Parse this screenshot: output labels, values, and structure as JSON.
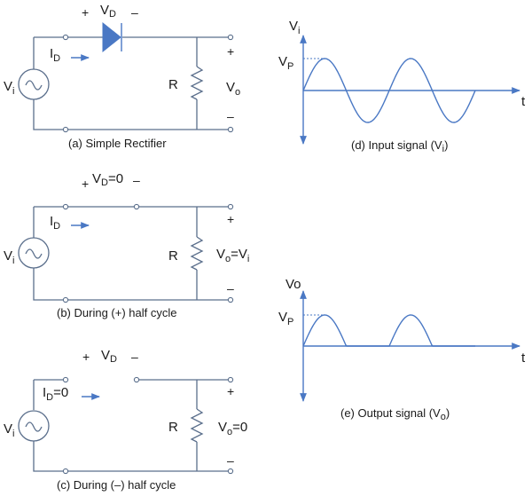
{
  "circuit_a": {
    "caption": "(a) Simple Rectifier",
    "vd_plus": "+",
    "vd_main": "V",
    "vd_sub": "D",
    "vd_minus": "–",
    "id_main": "I",
    "id_sub": "D",
    "vi_main": "V",
    "vi_sub": "i",
    "r": "R",
    "vo_main": "V",
    "vo_sub": "o",
    "out_plus": "+",
    "out_minus": "–"
  },
  "circuit_b": {
    "caption": "(b) During (+) half cycle",
    "vd_plus": "+",
    "vd_main": "V",
    "vd_sub": "D",
    "vd_suffix": "=0",
    "vd_minus": "–",
    "id_main": "I",
    "id_sub": "D",
    "vi_main": "V",
    "vi_sub": "i",
    "r": "R",
    "vo_main": "V",
    "vo_sub": "o",
    "vo_mid": "=V",
    "vo_sub2": "i",
    "out_plus": "+",
    "out_minus": "–"
  },
  "circuit_c": {
    "caption": "(c) During (–) half cycle",
    "vd_plus": "+",
    "vd_main": "V",
    "vd_sub": "D",
    "vd_minus": "–",
    "id_main": "I",
    "id_sub": "D",
    "id_suffix": "=0",
    "vi_main": "V",
    "vi_sub": "i",
    "r": "R",
    "vo_main": "V",
    "vo_sub": "o",
    "vo_suffix": "=0",
    "out_plus": "+",
    "out_minus": "–"
  },
  "plot_input": {
    "caption_main": "(d) Input signal (V",
    "caption_sub": "i",
    "caption_end": ")",
    "y_main": "V",
    "y_sub": "i",
    "vp_main": "V",
    "vp_sub": "P",
    "x_label": "t",
    "cycles": 2,
    "rectified": false
  },
  "plot_output": {
    "caption_main": "(e) Output signal (V",
    "caption_sub": "o",
    "caption_end": ")",
    "y_label": "Vo",
    "vp_main": "V",
    "vp_sub": "P",
    "x_label": "t",
    "cycles": 2,
    "rectified": true
  },
  "colors": {
    "wire": "#5b6f8c",
    "accent": "#4a78c4",
    "text": "#1a1a1a"
  }
}
